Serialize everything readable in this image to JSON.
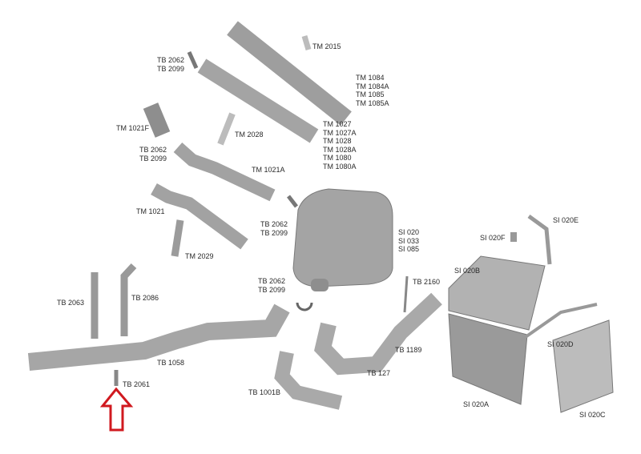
{
  "labels": {
    "tm2015": [
      "TM 2015"
    ],
    "tb2062_a": [
      "TB 2062",
      "TB 2099"
    ],
    "tm1084": [
      "TM 1084",
      "TM 1084A",
      "TM 1085",
      "TM 1085A"
    ],
    "tm1021f": [
      "TM 1021F"
    ],
    "tm2028": [
      "TM 2028"
    ],
    "tm1027": [
      "TM 1027",
      "TM 1027A",
      "TM 1028",
      "TM 1028A",
      "TM 1080",
      "TM 1080A"
    ],
    "tb2062_b": [
      "TB 2062",
      "TB 2099"
    ],
    "tm1021a": [
      "TM 1021A"
    ],
    "tm1021": [
      "TM 1021"
    ],
    "tb2062_c": [
      "TB 2062",
      "TB 2099"
    ],
    "si020": [
      "SI 020",
      "SI 033",
      "SI 085"
    ],
    "tm2029": [
      "TM 2029"
    ],
    "si020f": [
      "SI 020F"
    ],
    "si020e": [
      "SI 020E"
    ],
    "si020b": [
      "SI 020B"
    ],
    "tb2062_d": [
      "TB 2062",
      "TB 2099"
    ],
    "tb2160": [
      "TB 2160"
    ],
    "tb2063": [
      "TB 2063"
    ],
    "tb2086": [
      "TB 2086"
    ],
    "tb1189": [
      "TB 1189"
    ],
    "si020d": [
      "SI 020D"
    ],
    "tb1058": [
      "TB 1058"
    ],
    "tb127": [
      "TB 127"
    ],
    "tb2061": [
      "TB 2061"
    ],
    "tb1001b": [
      "TB 1001B"
    ],
    "si020a": [
      "SI 020A"
    ],
    "si020c": [
      "SI 020C"
    ]
  },
  "colors": {
    "part": "#a9a9a9",
    "part_dark": "#7d7d7d",
    "arrow": "#d0191f"
  }
}
